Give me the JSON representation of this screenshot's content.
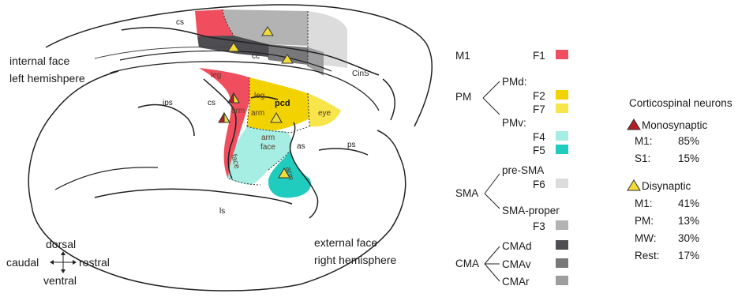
{
  "brain": {
    "internal_face_label": [
      "internal face",
      "left hemishpere"
    ],
    "external_face_label": [
      "external face",
      "right hemisphere"
    ],
    "sulci": {
      "cs_top": "cs",
      "cc": "cc",
      "cins": "CinS",
      "ips": "ips",
      "cs": "cs",
      "as": "as",
      "ps": "ps",
      "ls": "ls"
    },
    "areas": {
      "leg": "leg",
      "arm": "arm",
      "leg2": "leg",
      "pcd": "pcd",
      "arm2": "arm",
      "eye": "eye",
      "arm_face": [
        "arm",
        "face"
      ],
      "face": "face",
      "arm3": "arm"
    }
  },
  "compass": {
    "dorsal": "dorsal",
    "ventral": "ventral",
    "caudal": "caudal",
    "rostral": "rostral"
  },
  "legend": {
    "m1": {
      "group": "M1",
      "area": "F1",
      "color": "#f04e5e"
    },
    "pm": {
      "group": "PM",
      "pmd": "PMd:",
      "f2": "F2",
      "f2_color": "#f2d200",
      "f7": "F7",
      "f7_color": "#f7e54b",
      "pmv": "PMv:",
      "f4": "F4",
      "f4_color": "#a6eee3",
      "f5": "F5",
      "f5_color": "#1fccbd"
    },
    "sma": {
      "group": "SMA",
      "pre": "pre-SMA",
      "f6": "F6",
      "f6_color": "#dcdcdc",
      "proper": "SMA-proper",
      "f3": "F3",
      "f3_color": "#b3b3b3"
    },
    "cma": {
      "group": "CMA",
      "d": "CMAd",
      "d_color": "#4e4e52",
      "v": "CMAv",
      "v_color": "#78787b",
      "r": "CMAr",
      "r_color": "#9e9ea0"
    }
  },
  "neurons": {
    "title": "Corticospinal neurons",
    "mono": {
      "label": "Monosynaptic",
      "color": "#b01e26",
      "rows": [
        {
          "k": "M1:",
          "v": "85%"
        },
        {
          "k": "S1:",
          "v": "15%"
        }
      ]
    },
    "di": {
      "label": "Disynaptic",
      "color": "#f2dc3a",
      "rows": [
        {
          "k": "M1:",
          "v": "41%"
        },
        {
          "k": "PM:",
          "v": "13%"
        },
        {
          "k": "MW:",
          "v": "30%"
        },
        {
          "k": "Rest:",
          "v": "17%"
        }
      ]
    }
  }
}
